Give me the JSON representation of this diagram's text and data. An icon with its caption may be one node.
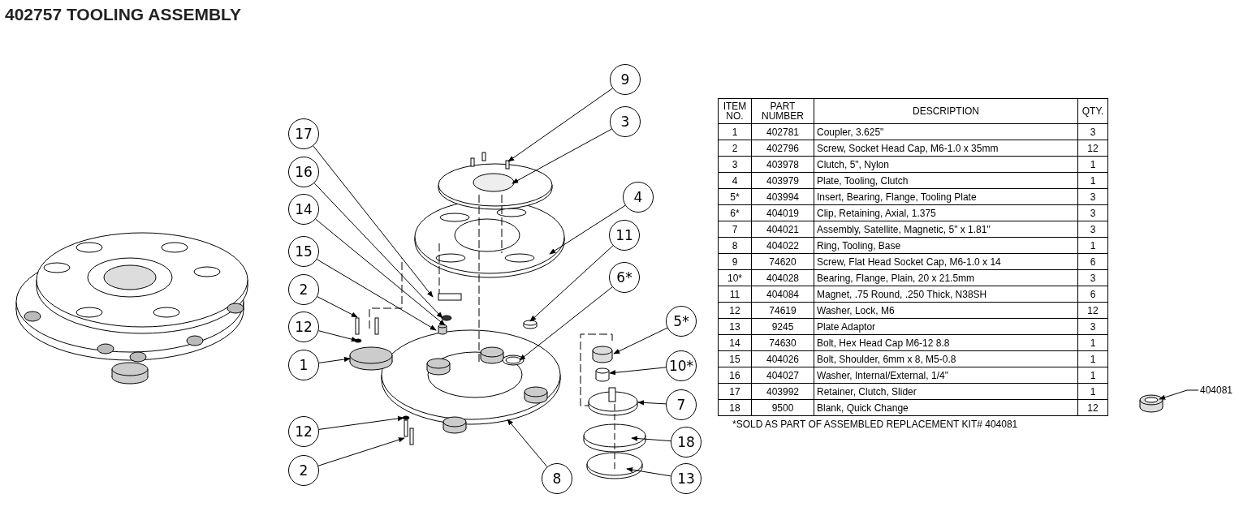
{
  "diagram": {
    "title": "402757 TOOLING ASSEMBLY",
    "nodes": [
      {
        "text": [
          "9"
        ]
      },
      {
        "text": [
          "3"
        ]
      },
      {
        "text": [
          "17"
        ]
      },
      {
        "text": [
          "16"
        ]
      },
      {
        "text": [
          "4"
        ]
      },
      {
        "text": [
          "14"
        ]
      },
      {
        "text": [
          "11"
        ]
      },
      {
        "text": [
          "15"
        ]
      },
      {
        "text": [
          "6*"
        ]
      },
      {
        "text": [
          "2"
        ]
      },
      {
        "text": [
          "12"
        ]
      },
      {
        "text": [
          "5*"
        ]
      },
      {
        "text": [
          "1"
        ]
      },
      {
        "text": [
          "10*"
        ]
      },
      {
        "text": [
          "7"
        ]
      },
      {
        "text": [
          "12"
        ]
      },
      {
        "text": [
          "18"
        ]
      },
      {
        "text": [
          "2"
        ]
      },
      {
        "text": [
          "8"
        ]
      },
      {
        "text": [
          "13"
        ]
      },
      {
        "text": [
          "404081"
        ]
      }
    ],
    "edges": [
      {
        "from": 0,
        "to": null,
        "arrow": "to"
      },
      {
        "from": 1,
        "to": null,
        "arrow": "to"
      },
      {
        "from": 2,
        "to": null,
        "arrow": "to"
      },
      {
        "from": 3,
        "to": null,
        "arrow": "to"
      },
      {
        "from": 4,
        "to": null,
        "arrow": "to"
      },
      {
        "from": 5,
        "to": null,
        "arrow": "to"
      },
      {
        "from": 6,
        "to": null,
        "arrow": "to"
      },
      {
        "from": 7,
        "to": null,
        "arrow": "to"
      },
      {
        "from": 8,
        "to": null,
        "arrow": "to"
      },
      {
        "from": 9,
        "to": null,
        "arrow": "to"
      },
      {
        "from": 10,
        "to": null,
        "arrow": "to"
      },
      {
        "from": 11,
        "to": null,
        "arrow": "to"
      },
      {
        "from": 12,
        "to": null,
        "arrow": "to"
      },
      {
        "from": 13,
        "to": null,
        "arrow": "to"
      },
      {
        "from": 14,
        "to": null,
        "arrow": "to"
      },
      {
        "from": 15,
        "to": null,
        "arrow": "to"
      },
      {
        "from": 16,
        "to": null,
        "arrow": "to"
      },
      {
        "from": 17,
        "to": null,
        "arrow": "to"
      },
      {
        "from": 18,
        "to": null,
        "arrow": "to"
      },
      {
        "from": 19,
        "to": null,
        "arrow": "to"
      },
      {
        "from": 20,
        "to": null,
        "arrow": "to"
      }
    ],
    "labels": [
      "ITEM NO.",
      "PART NUMBER",
      "DESCRIPTION",
      "QTY.",
      "1",
      "402781",
      "Coupler, 3.625\"",
      "3",
      "2",
      "402796",
      "Screw, Socket Head Cap, M6-1.0 x 35mm",
      "12",
      "3",
      "403978",
      "Clutch, 5\", Nylon",
      "1",
      "4",
      "403979",
      "Plate, Tooling, Clutch",
      "1",
      "5*",
      "403994",
      "Insert, Bearing, Flange, Tooling Plate",
      "3",
      "6*",
      "404019",
      "Clip, Retaining, Axial, 1.375",
      "3",
      "7",
      "404021",
      "Assembly, Satellite, Magnetic, 5\" x 1.81\"",
      "3",
      "8",
      "404022",
      "Ring, Tooling, Base",
      "1",
      "9",
      "74620",
      "Screw, Flat Head Socket Cap, M6-1.0 x 14",
      "6",
      "10*",
      "404028",
      "Bearing, Flange, Plain, 20 x 21.5mm",
      "3",
      "11",
      "404084",
      "Magnet, .75 Round, .250 Thick, N38SH",
      "6",
      "12",
      "74619",
      "Washer, Lock, M6",
      "12",
      "13",
      "9245",
      "Plate Adaptor",
      "3",
      "14",
      "74630",
      "Bolt, Hex Head Cap M6-12 8.8",
      "1",
      "15",
      "404026",
      "Bolt, Shoulder, 6mm x 8, M5-0.8",
      "1",
      "16",
      "404027",
      "Washer, Internal/External, 1/4\"",
      "1",
      "17",
      "403992",
      "Retainer, Clutch, Slider",
      "1",
      "18",
      "9500",
      "Blank, Quick Change",
      "12",
      "*SOLD AS PART OF ASSEMBLED REPLACEMENT KIT# 404081"
    ]
  }
}
